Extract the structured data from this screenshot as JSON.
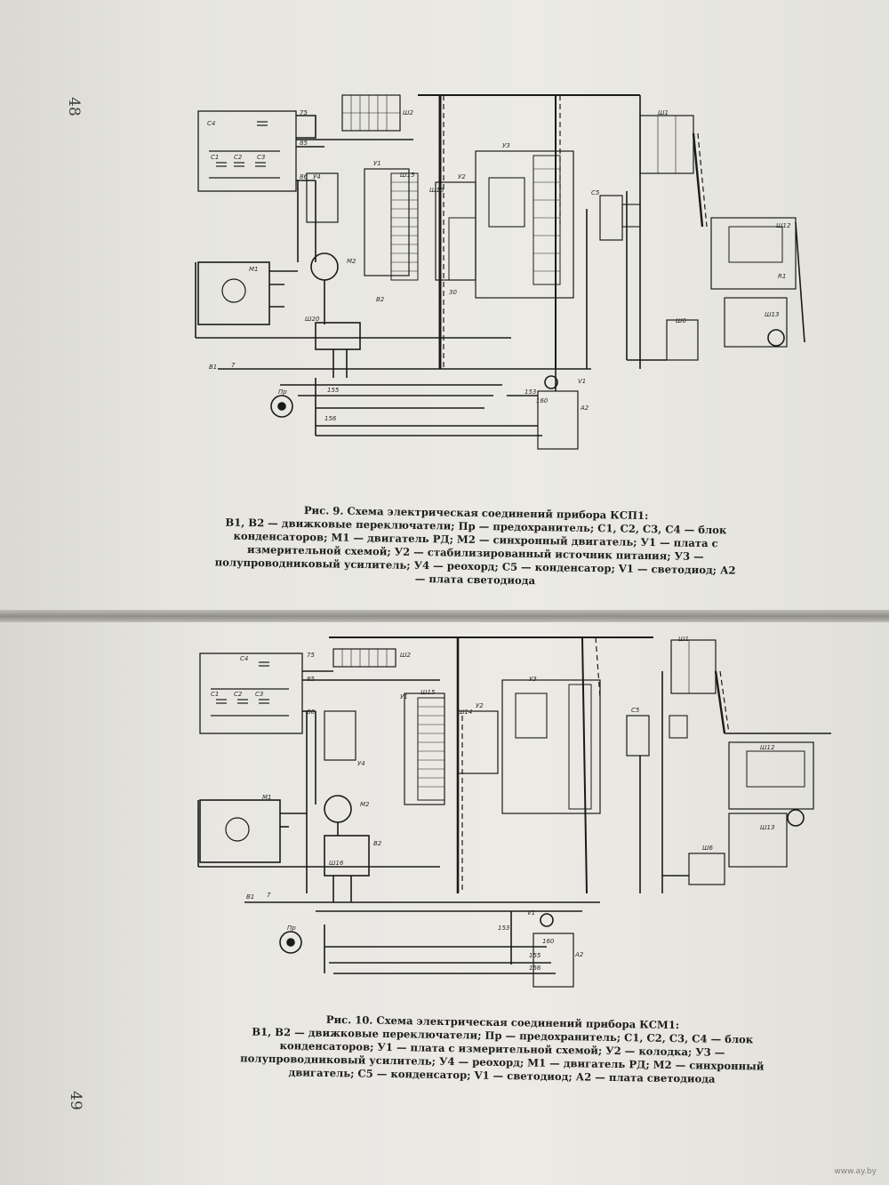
{
  "pages": {
    "top_number": "48",
    "bottom_number": "49"
  },
  "figure9": {
    "title": "Рис. 9. Схема электрическая соединений прибора КСП1:",
    "body": "В1, В2 — движковые переключатели; Пр — предохранитель; С1, С2, С3, С4 — блок конденсаторов; М1 — двигатель РД; М2 — синхронный двигатель; У1 — плата с измерительной схемой; У2 — стабилизированный источник питания; У3 — полупроводниковый усилитель; У4 — реохорд; С5 — конденсатор; V1 — светодиод; А2 — плата светодиода",
    "labels": {
      "c4": "C4",
      "c1": "C1",
      "c2": "C2",
      "c3": "C3",
      "m1": "М1",
      "m2": "М2",
      "b1": "В1",
      "b2": "В2",
      "pr": "Пр",
      "y1": "У1",
      "y2": "У2",
      "y3": "У3",
      "y4": "У4",
      "c5": "C5",
      "v1": "V1",
      "a2": "А2",
      "sh2": "Ш2",
      "sh1": "Ш1",
      "sh15": "Ш15",
      "sh16": "Ш16",
      "sh20": "Ш20",
      "sh12": "Ш12",
      "sh13": "Ш13",
      "sh6": "Ш6",
      "r1": "R1",
      "w75": "75",
      "w85": "85",
      "w86": "86",
      "w155": "155",
      "w156": "156",
      "w153": "153",
      "w160": "160",
      "w30": "30",
      "w7": "7"
    }
  },
  "figure10": {
    "title": "Рис. 10. Схема электрическая соединений прибора КСМ1:",
    "body": "В1, В2 — движковые переключатели; Пр — предохранитель; С1, С2, С3, С4 — блок конденсаторов; У1 — плата с измерительной схемой; У2 — колодка; У3 — полупроводниковый усилитель; У4 — реохорд; М1 — двигатель РД; М2 — синхронный двигатель; С5 — конденсатор; V1 — светодиод; А2 — плата светодиода",
    "labels": {
      "c4": "C4",
      "c1": "C1",
      "c2": "C2",
      "c3": "C3",
      "m1": "М1",
      "m2": "М2",
      "b1": "В1",
      "b2": "В2",
      "pr": "Пр",
      "y1": "У1",
      "y2": "У2",
      "y3": "У3",
      "y4": "У4",
      "c5": "C5",
      "v1": "V1",
      "a2": "А2",
      "sh2": "Ш2",
      "sh1": "Ш1",
      "sh15": "Ш15",
      "sh14": "Ш14",
      "sh16": "Ш16",
      "sh12": "Ш12",
      "sh13": "Ш13",
      "sh6": "Ш6",
      "w75": "75",
      "w85": "85",
      "w86": "86",
      "w155": "155",
      "w156": "156",
      "w153": "153",
      "w160": "160",
      "w7": "7"
    }
  },
  "watermark": "www.ay.by"
}
